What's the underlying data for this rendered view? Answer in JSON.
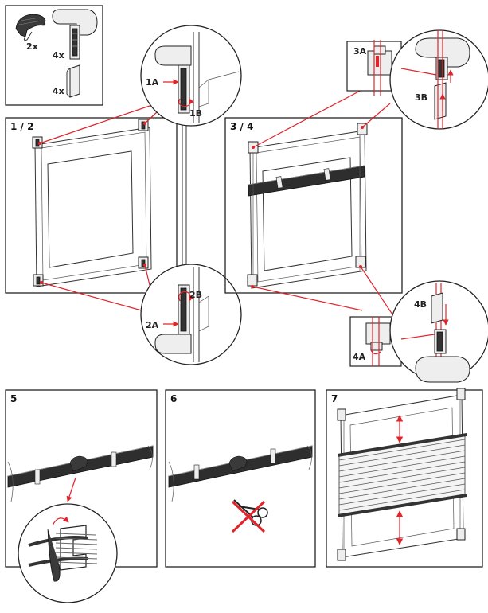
{
  "parts": {
    "clip_qty": "2x",
    "bracket_qty": "4x",
    "cover_qty": "4x"
  },
  "steps": {
    "step_1_2": "1 / 2",
    "step_3_4": "3 / 4",
    "step_5": "5",
    "step_6": "6",
    "step_7": "7"
  },
  "callouts": {
    "c1a": "1A",
    "c1b": "1B",
    "c2a": "2A",
    "c2b": "2B",
    "c3a": "3A",
    "c3b": "3B",
    "c4a": "4A",
    "c4b": "4B"
  },
  "colors": {
    "accent": "#e0242b",
    "line": "#222222"
  }
}
